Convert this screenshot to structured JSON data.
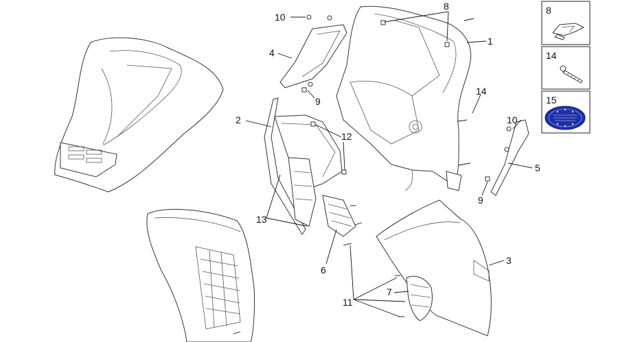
{
  "callouts": {
    "c1": "1",
    "c2": "2",
    "c3": "3",
    "c4": "4",
    "c5": "5",
    "c6": "6",
    "c7": "7",
    "c8": "8",
    "c9a": "9",
    "c9b": "9",
    "c10a": "10",
    "c10b": "10",
    "c11": "11",
    "c12": "12",
    "c13": "13",
    "c14": "14"
  },
  "legend": [
    {
      "number": "8",
      "icon": "clip-nut-icon"
    },
    {
      "number": "14",
      "icon": "screw-icon"
    },
    {
      "number": "15",
      "icon": "blue-seal-label-icon"
    }
  ],
  "colors": {
    "line": "#333333",
    "label_blue": "#1e2fa8"
  }
}
